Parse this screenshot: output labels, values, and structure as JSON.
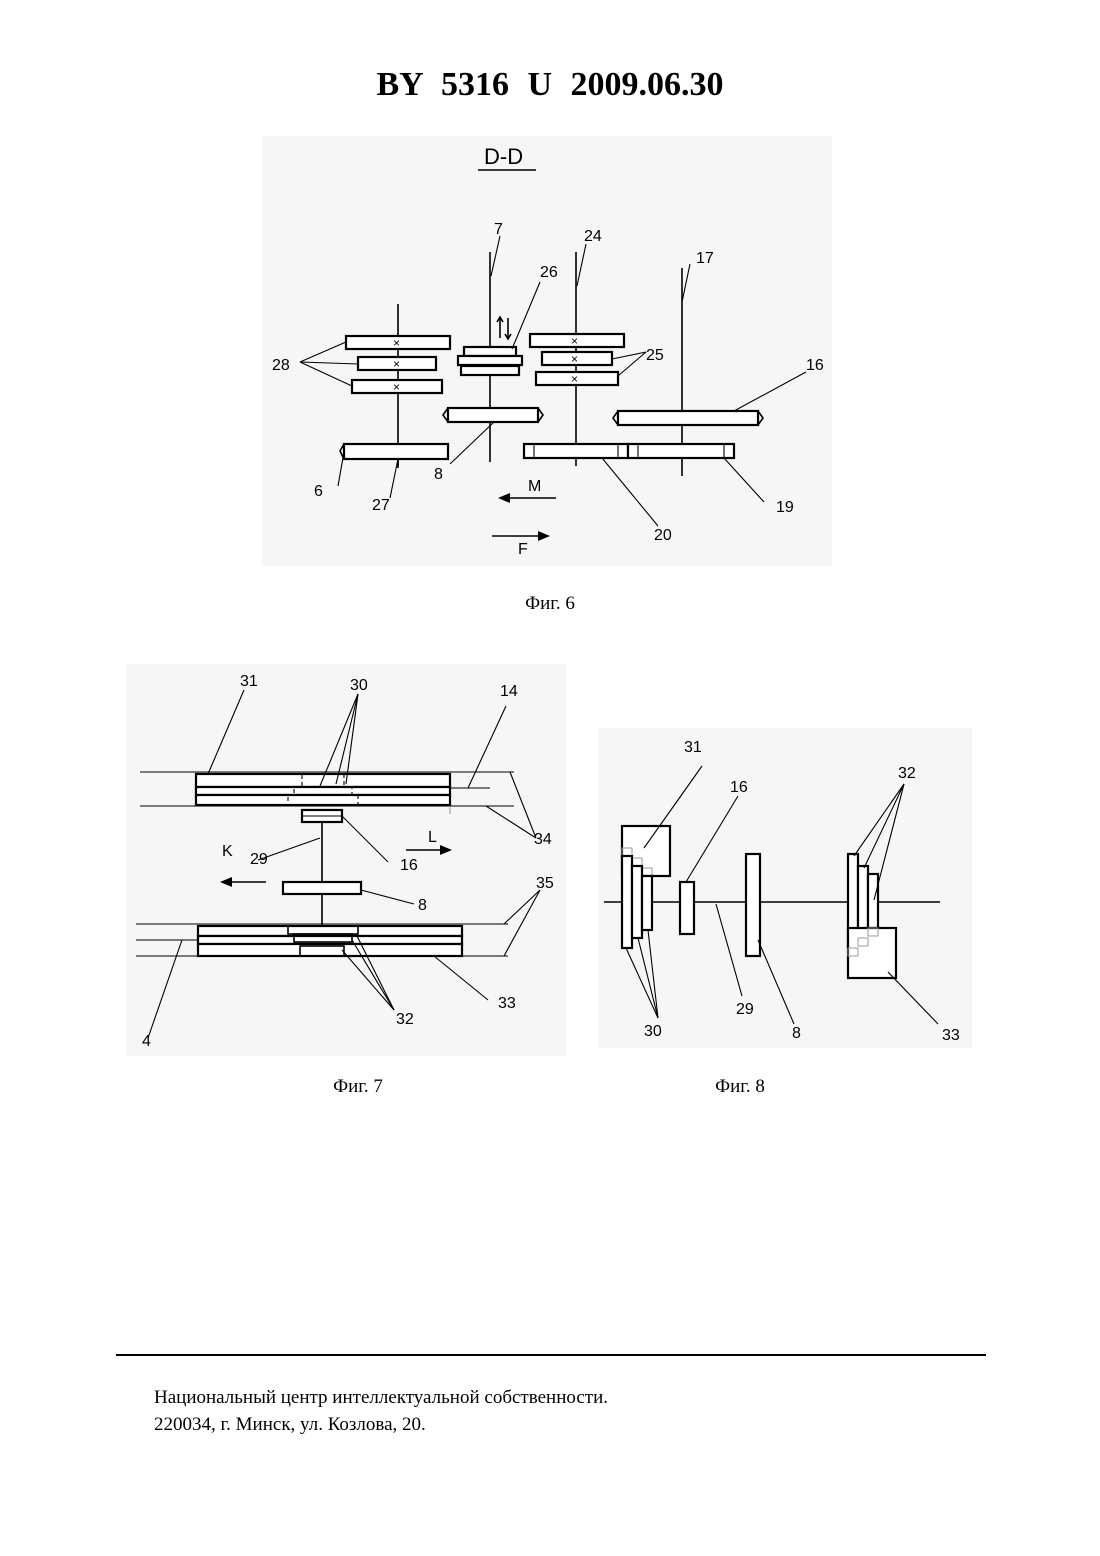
{
  "header": {
    "title": "BY  5316  U  2009.06.30"
  },
  "fig6": {
    "section_label": "D-D",
    "caption": "Фиг. 6",
    "labels": {
      "l7": "7",
      "l24": "24",
      "l17": "17",
      "l26": "26",
      "l28": "28",
      "l25": "25",
      "l16": "16",
      "l6": "6",
      "l27": "27",
      "l8": "8",
      "lM": "M",
      "l19": "19",
      "l20": "20",
      "lF": "F"
    }
  },
  "fig7": {
    "caption": "Фиг. 7",
    "labels": {
      "l31": "31",
      "l30": "30",
      "l14": "14",
      "l34": "34",
      "lK": "K",
      "lL": "L",
      "l29": "29",
      "l16": "16",
      "l8": "8",
      "l35": "35",
      "l4": "4",
      "l32": "32",
      "l33": "33"
    }
  },
  "fig8": {
    "caption": "Фиг. 8",
    "labels": {
      "l31": "31",
      "l16": "16",
      "l32": "32",
      "l30": "30",
      "l29": "29",
      "l8": "8",
      "l33": "33"
    }
  },
  "footer": {
    "line1": "Национальный центр интеллектуальной собственности.",
    "line2": "220034, г. Минск, ул. Козлова, 20."
  }
}
